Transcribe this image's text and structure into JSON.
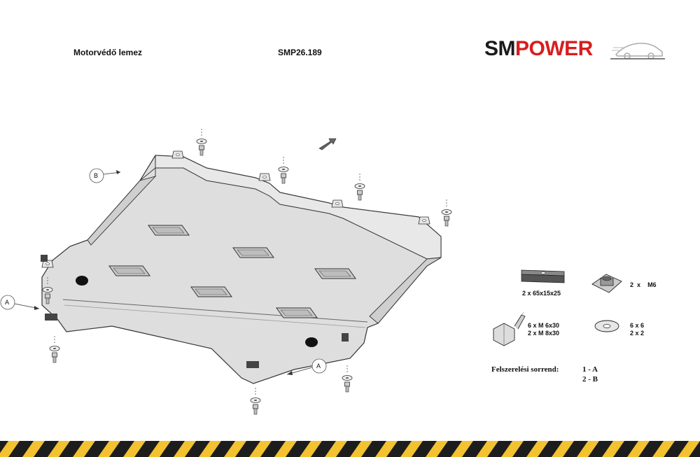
{
  "header": {
    "title": "Motorvédő lemez",
    "code": "SMP26.189"
  },
  "logo": {
    "brand_sm": "SM",
    "brand_power": "POWER",
    "colors": {
      "dark": "#1a1a1a",
      "red": "#d81e1e"
    }
  },
  "callouts": {
    "b": "B",
    "a_left": "A",
    "a_bottom": "A"
  },
  "parts": {
    "plate": {
      "qty": "2 x 65x15x25"
    },
    "nut": {
      "qty": "2",
      "x": "x",
      "size": "M6"
    },
    "bolt": {
      "line1": "6  x   M 6x30",
      "line2": "2  x   M 8x30"
    },
    "washer": {
      "line1": "6    x    6",
      "line2": "2    x    2"
    }
  },
  "sequence": {
    "label": "Felszerelési sorrend:",
    "step1": "1 - A",
    "step2": "2 - B"
  },
  "colors": {
    "plate_fill": "#dedede",
    "plate_dark": "#c8c8c8",
    "outline": "#333333",
    "hazard_yellow": "#f2c230",
    "hazard_black": "#1d1d1d"
  }
}
